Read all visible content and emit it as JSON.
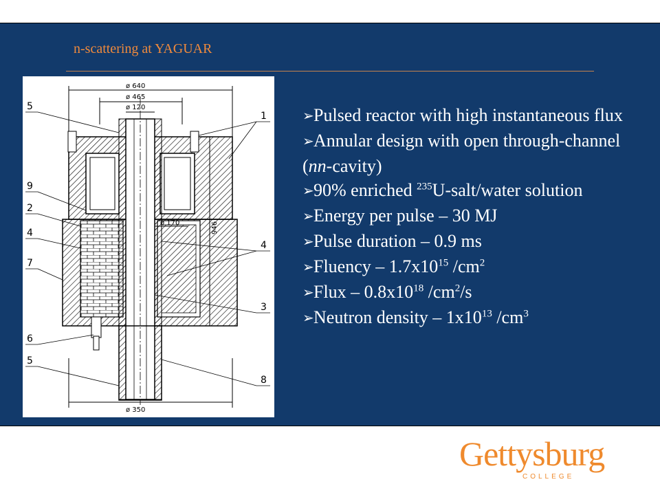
{
  "slide": {
    "title": "n-scattering at YAGUAR",
    "colors": {
      "panel": "#123a6b",
      "accent": "#f08a3c",
      "text": "#ffffff"
    }
  },
  "diagram": {
    "dimensions": [
      "ø 640",
      "ø 465",
      "ø 120",
      "ø 170",
      "946",
      "ø 350"
    ],
    "callouts_left": [
      "5",
      "9",
      "2",
      "4",
      "7",
      "6",
      "5"
    ],
    "callouts_right": [
      "1",
      "4",
      "3",
      "8"
    ]
  },
  "bullets": [
    {
      "pre": "Pulsed reactor with high instantaneous  flux"
    },
    {
      "pre": "Annular design with open through-channel (",
      "em": "nn",
      "post": "-cavity)"
    },
    {
      "pre": "90% enriched ",
      "sup": "235",
      "post": "U-salt/water solution"
    },
    {
      "pre": "Energy per pulse – 30 MJ"
    },
    {
      "pre": "Pulse duration – 0.9 ms"
    },
    {
      "pre": "Fluency – 1.7x10",
      "sup": "15",
      "post": " /cm",
      "sup2": "2"
    },
    {
      "pre": "Flux – 0.8x10",
      "sup": "18",
      "post": " /cm",
      "sup2": "2",
      "post2": "/s"
    },
    {
      "pre": "Neutron density – 1x10",
      "sup": "13",
      "post": " /cm",
      "sup2": "3"
    }
  ],
  "logo": {
    "name": "Gettysburg",
    "sub": "COLLEGE"
  }
}
